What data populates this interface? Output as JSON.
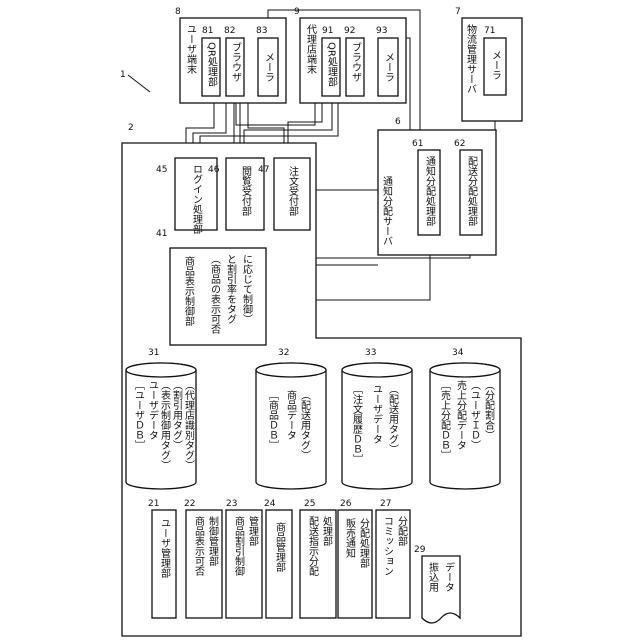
{
  "figure": {
    "system_ref": "1",
    "server_ref": "2"
  },
  "terminals": {
    "user_terminal": {
      "ref": "8",
      "label": "ユーザ端末",
      "qr": {
        "ref": "81",
        "label": "QR処理部"
      },
      "browser": {
        "ref": "82",
        "label": "ブラウザ"
      },
      "mailer": {
        "ref": "83",
        "label": "メーラ"
      }
    },
    "agency_terminal": {
      "ref": "9",
      "label": "代理店端末",
      "qr": {
        "ref": "91",
        "label": "QR処理部"
      },
      "browser": {
        "ref": "92",
        "label": "ブラウザ"
      },
      "mailer": {
        "ref": "93",
        "label": "メーラ"
      }
    },
    "logistics_server": {
      "ref": "7",
      "label": "物流管理サーバ",
      "mailer": {
        "ref": "71",
        "label": "メーラ"
      }
    }
  },
  "notify_server": {
    "ref": "6",
    "label": "通知分配サーバ",
    "notify_unit": {
      "ref": "61",
      "label": "通知分配処理部"
    },
    "delivery_unit": {
      "ref": "62",
      "label": "配送分配処理部"
    }
  },
  "front_units": {
    "login": {
      "ref": "45",
      "label": "ログイン処理部"
    },
    "browse": {
      "ref": "46",
      "label": "閲覧受付部"
    },
    "order": {
      "ref": "47",
      "label": "注文受付部"
    }
  },
  "control_unit": {
    "ref": "41",
    "line1": "商品表示制御部",
    "line2": "（商品の表示可否",
    "line3": "と割引率をタグ",
    "line4": "に応じて制御）"
  },
  "databases": {
    "user_db": {
      "ref": "31",
      "lines": [
        "［ユーザＤＢ］",
        "ユーザデータ",
        "（表示制御用タグ）",
        "（割引用タグ）",
        "（代理店識別タグ）"
      ]
    },
    "product_db": {
      "ref": "32",
      "lines": [
        "［商品ＤＢ］",
        "商品データ",
        "（配送用タグ）"
      ]
    },
    "order_db": {
      "ref": "33",
      "lines": [
        "［注文履歴ＤＢ］",
        "ユーザデータ",
        "（配送用タグ）"
      ]
    },
    "sales_db": {
      "ref": "34",
      "lines": [
        "［売上分配ＤＢ］",
        "売上分配データ",
        "（ユーザＩＤ）",
        "（分配割合）"
      ]
    }
  },
  "managers": [
    {
      "ref": "21",
      "lines": [
        "ユーザ管理部"
      ]
    },
    {
      "ref": "22",
      "lines": [
        "商品表示可否",
        "制御管理部"
      ]
    },
    {
      "ref": "23",
      "lines": [
        "商品割引制御",
        "管理部"
      ]
    },
    {
      "ref": "24",
      "lines": [
        "商品管理部"
      ]
    },
    {
      "ref": "25",
      "lines": [
        "配送指示分配",
        "処理部"
      ]
    },
    {
      "ref": "26",
      "lines": [
        "販売通知",
        "分配処理部"
      ]
    },
    {
      "ref": "27",
      "lines": [
        "コミッション",
        "分配部"
      ]
    }
  ],
  "transfer_data": {
    "ref": "29",
    "lines": [
      "振込用",
      "データ"
    ]
  }
}
